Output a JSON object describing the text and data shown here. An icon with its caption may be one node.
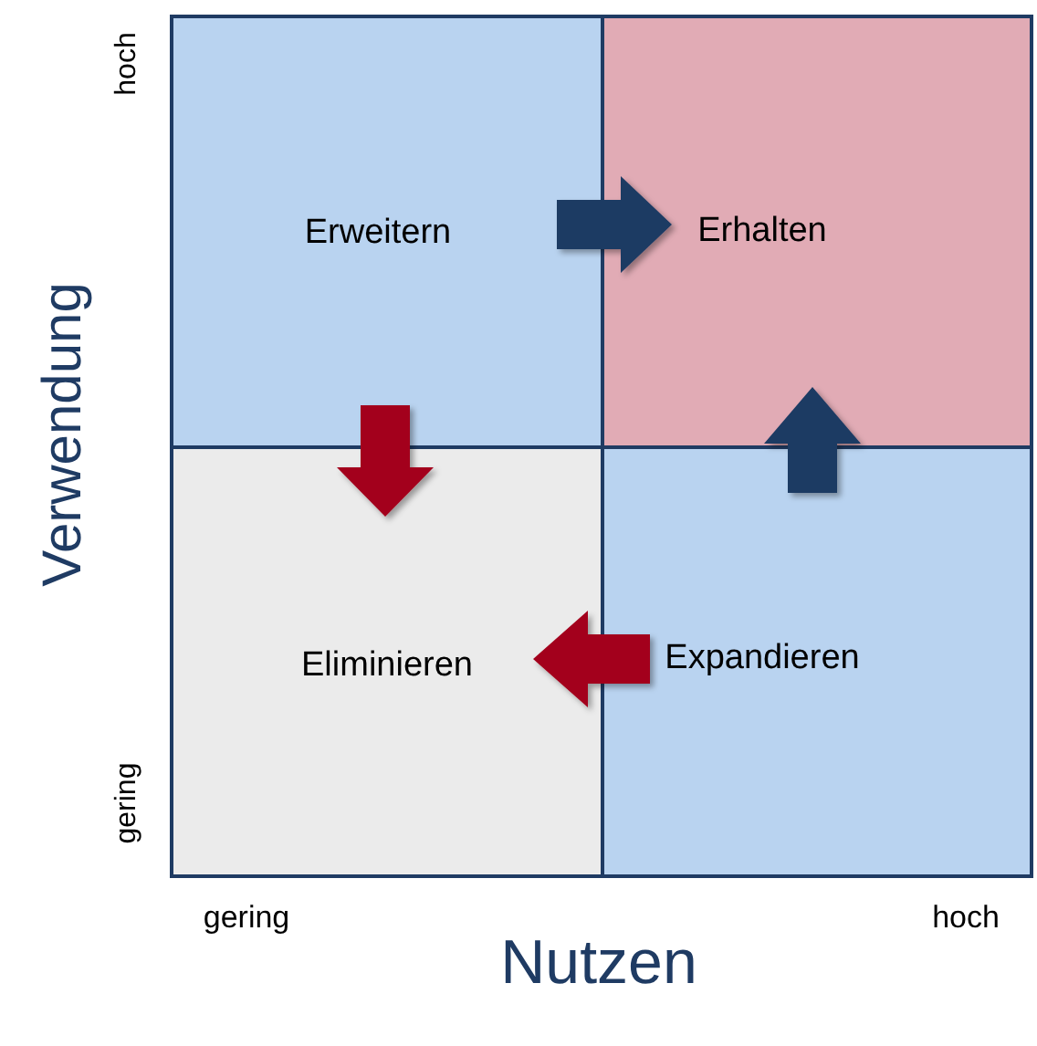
{
  "diagram": {
    "nodes": [
      {
        "text": [
          "Erweitern"
        ]
      },
      {
        "text": [
          "Erhalten"
        ]
      },
      {
        "text": [
          "Eliminieren"
        ]
      },
      {
        "text": [
          "Expandieren"
        ]
      }
    ],
    "edges": [
      {
        "from": 0,
        "to": 1,
        "arrow": "to",
        "color": "#1f3b63"
      },
      {
        "from": 0,
        "to": 2,
        "arrow": "to",
        "color": "#a3001e"
      },
      {
        "from": 3,
        "to": 1,
        "arrow": "to",
        "color": "#1f3b63"
      },
      {
        "from": 3,
        "to": 2,
        "arrow": "to",
        "color": "#a3001e"
      }
    ],
    "labels": [
      "hoch",
      "Verwendung",
      "gering",
      "gering",
      "Nutzen",
      "hoch"
    ]
  }
}
